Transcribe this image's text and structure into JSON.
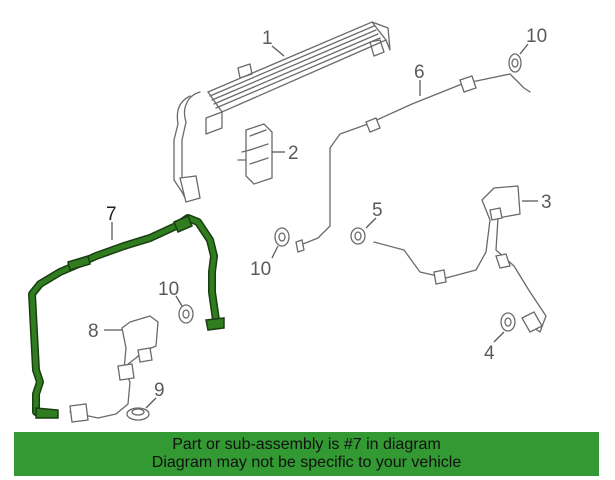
{
  "colors": {
    "highlight": "#2f7d1f",
    "highlight_outline": "#1a3d12",
    "banner_bg": "#339933",
    "line_art": "#6a6a6a"
  },
  "callouts": [
    {
      "id": "1",
      "label": "1"
    },
    {
      "id": "2",
      "label": "2"
    },
    {
      "id": "3",
      "label": "3"
    },
    {
      "id": "4",
      "label": "4"
    },
    {
      "id": "5",
      "label": "5"
    },
    {
      "id": "6",
      "label": "6"
    },
    {
      "id": "7",
      "label": "7",
      "highlighted": true
    },
    {
      "id": "8",
      "label": "8"
    },
    {
      "id": "9",
      "label": "9"
    },
    {
      "id": "10a",
      "label": "10"
    },
    {
      "id": "10b",
      "label": "10"
    },
    {
      "id": "10c",
      "label": "10"
    }
  ],
  "banner": {
    "line1": "Part or sub-assembly is #7 in diagram",
    "line2": "Diagram may not be specific to your vehicle"
  }
}
